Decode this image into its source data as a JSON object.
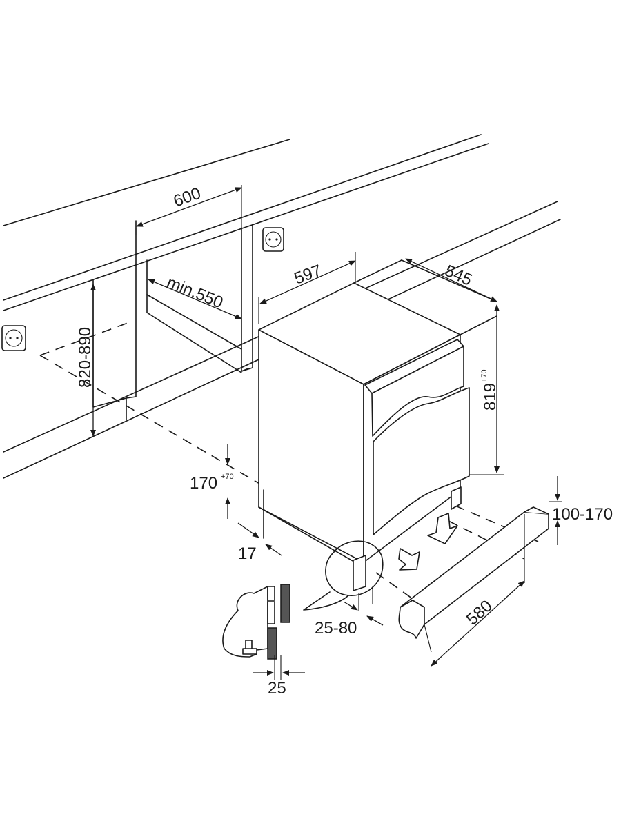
{
  "dimensions": {
    "cabinet_width": "600",
    "min_depth": "min.550",
    "worktop_height": "820-890",
    "appliance_width": "597",
    "appliance_depth": "545",
    "appliance_height": "819",
    "appliance_height_tol": "+70",
    "plinth_height": "170",
    "plinth_height_tol": "+70",
    "side_gap": "17",
    "plinth_recess": "25-80",
    "plinth_range": "100-170",
    "plinth_length": "580",
    "door_thickness": "25"
  }
}
